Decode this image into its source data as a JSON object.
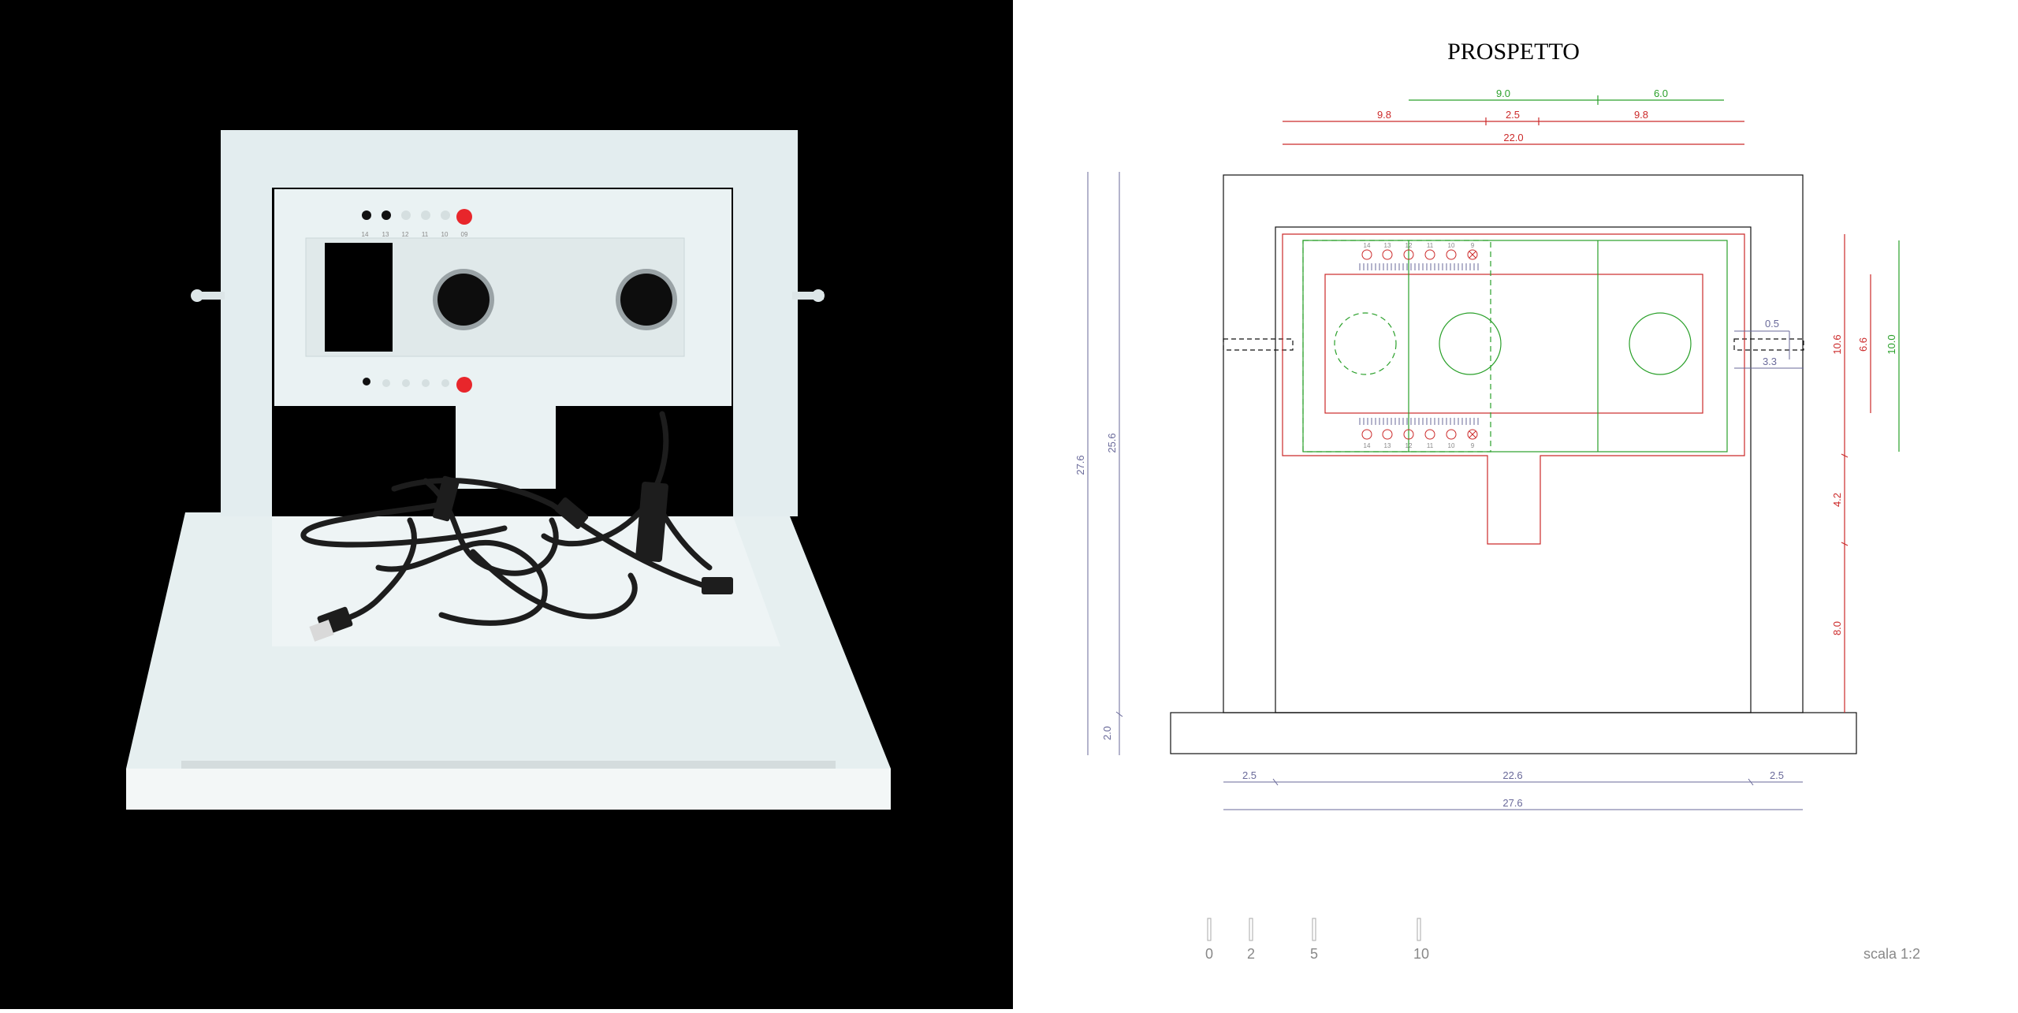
{
  "drawing": {
    "title": "PROSPETTO",
    "top_dims": {
      "green_a": "9.0",
      "green_b": "6.0",
      "red_a": "9.8",
      "red_b": "2.5",
      "red_c": "9.8",
      "red_total": "22.0"
    },
    "left_dims": {
      "outer": "27.6",
      "inner": "25.6",
      "base": "2.0"
    },
    "right_dims": {
      "red_a": "10.6",
      "red_b": "6.6",
      "green": "10.0",
      "red_c": "4.2",
      "red_d": "8.0",
      "pin_a": "0.5",
      "pin_b": "3.3"
    },
    "bottom_dims": {
      "left": "2.5",
      "middle": "22.6",
      "right": "2.5",
      "total": "27.6"
    },
    "led_numbers": [
      "14",
      "13",
      "12",
      "11",
      "10",
      "9"
    ],
    "scale_ticks": [
      "0",
      "2",
      "5",
      "10"
    ],
    "scale_label": "scala 1:2"
  },
  "photo": {
    "panel_labels": [
      "14",
      "13",
      "12",
      "11",
      "10",
      "09"
    ]
  },
  "colors": {
    "red": "#cc2a2a",
    "green": "#2aa02a",
    "blue": "#6a6a9a",
    "photo_background": "#000000",
    "model_white": "#e9f2f3"
  }
}
